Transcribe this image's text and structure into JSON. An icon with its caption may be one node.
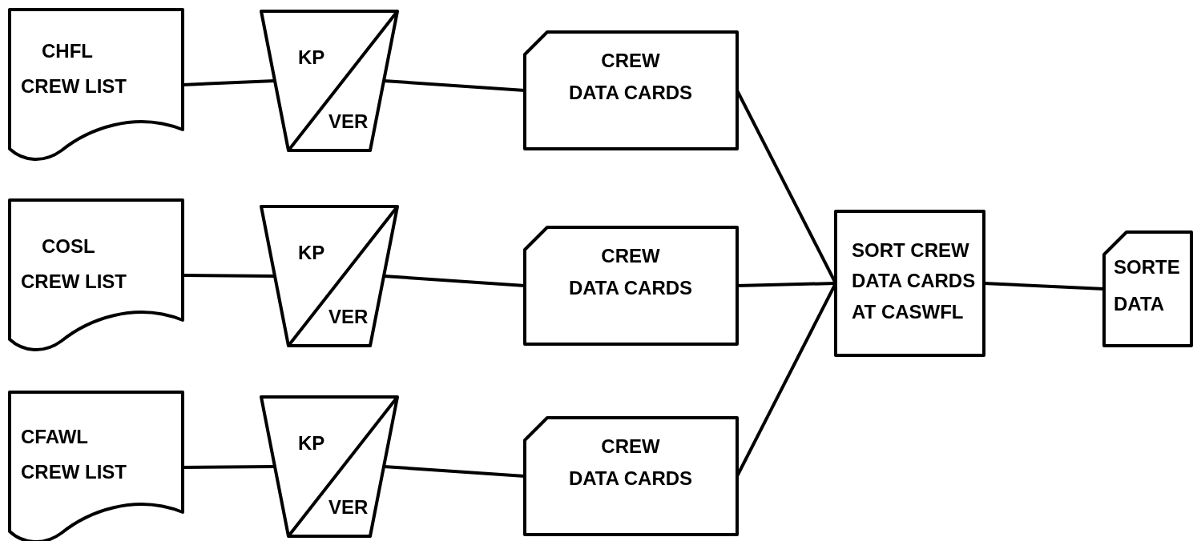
{
  "diagram": {
    "nodes": [
      {
        "text": [
          "CHFL",
          "CREW LIST"
        ]
      },
      {
        "text": [
          "KP",
          "VER"
        ]
      },
      {
        "text": [
          "CREW",
          "DATA CARDS"
        ]
      },
      {
        "text": [
          "COSL",
          "CREW LIST"
        ]
      },
      {
        "text": [
          "KP",
          "VER"
        ]
      },
      {
        "text": [
          "CREW",
          "DATA CARDS"
        ]
      },
      {
        "text": [
          "CFAWL",
          "CREW LIST"
        ]
      },
      {
        "text": [
          "KP",
          "VER"
        ]
      },
      {
        "text": [
          "CREW",
          "DATA CARDS"
        ]
      },
      {
        "text": [
          "SORT CREW DATA CARDS AT CASWFL"
        ]
      },
      {
        "text": [
          "SORTE",
          "DATA"
        ]
      }
    ],
    "edges": [
      {
        "from": 0,
        "to": 1,
        "arrow": "none"
      },
      {
        "from": 1,
        "to": 2,
        "arrow": "none"
      },
      {
        "from": 3,
        "to": 4,
        "arrow": "none"
      },
      {
        "from": 4,
        "to": 5,
        "arrow": "none"
      },
      {
        "from": 6,
        "to": 7,
        "arrow": "none"
      },
      {
        "from": 7,
        "to": 8,
        "arrow": "none"
      },
      {
        "from": 2,
        "to": 9,
        "arrow": "none"
      },
      {
        "from": 5,
        "to": 9,
        "arrow": "none"
      },
      {
        "from": 8,
        "to": 9,
        "arrow": "none"
      },
      {
        "from": 9,
        "to": 10,
        "arrow": "none"
      }
    ]
  }
}
